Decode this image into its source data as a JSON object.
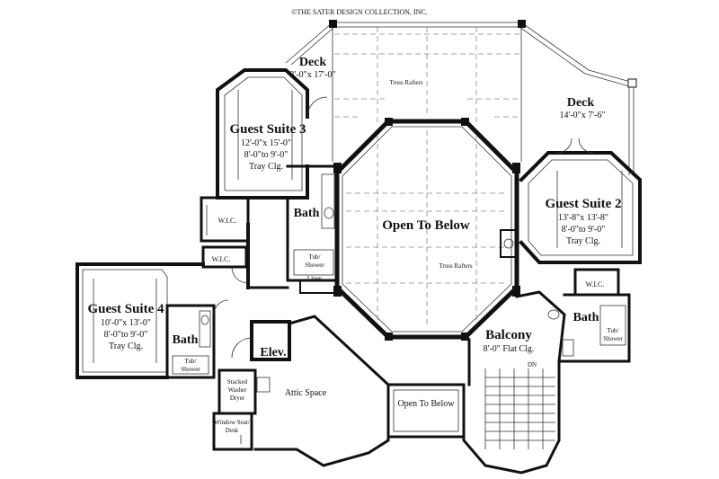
{
  "copyright": "©THE SATER DESIGN COLLECTION, INC.",
  "rooms": {
    "deck_top": {
      "name": "Deck",
      "dims": "3'-0\"x 17'-0\""
    },
    "deck_right": {
      "name": "Deck",
      "dims": "14'-0\"x 7'-6\""
    },
    "guest_suite_3": {
      "name": "Guest Suite 3",
      "dims": "12'-0\"x 15'-0\"",
      "ceiling_height": "8'-0\"to 9'-0\"",
      "ceiling": "Tray Clg."
    },
    "guest_suite_2": {
      "name": "Guest Suite 2",
      "dims": "13'-8\"x 13'-8\"",
      "ceiling_height": "8'-0\"to 9'-0\"",
      "ceiling": "Tray Clg."
    },
    "guest_suite_4": {
      "name": "Guest Suite 4",
      "dims": "10'-0\"x 13'-0\"",
      "ceiling_height": "8'-0\"to 9'-0\"",
      "ceiling": "Tray Clg."
    },
    "open_to_below_main": {
      "name": "Open To Below"
    },
    "open_to_below_stair": {
      "name": "Open To Below"
    },
    "balcony": {
      "name": "Balcony",
      "ceiling": "8'-0\" Flat Clg."
    },
    "attic": {
      "name": "Attic Space"
    },
    "elev": {
      "name": "Elev."
    },
    "bath_3": {
      "name": "Bath"
    },
    "bath_2": {
      "name": "Bath"
    },
    "bath_4": {
      "name": "Bath"
    },
    "wic_3": {
      "name": "W.I.C."
    },
    "wic_4": {
      "name": "W.I.C."
    },
    "wic_2": {
      "name": "W.I.C."
    }
  },
  "labels": {
    "truss_rafters_top": "Truss Rafters",
    "truss_rafters_mid": "Truss Rafters",
    "tub_shower_3": [
      "Tub/",
      "Shower"
    ],
    "tub_shower_4": [
      "Tub/",
      "Shower"
    ],
    "tub_shower_2": [
      "Tub/",
      "Shower"
    ],
    "linen": "Linen",
    "stacked_washer_dryer": [
      "Stacked",
      "Washer",
      "Dryer"
    ],
    "window_seat_desk": [
      "Window Seat/",
      "Desk"
    ],
    "stair_dn": "DN"
  }
}
